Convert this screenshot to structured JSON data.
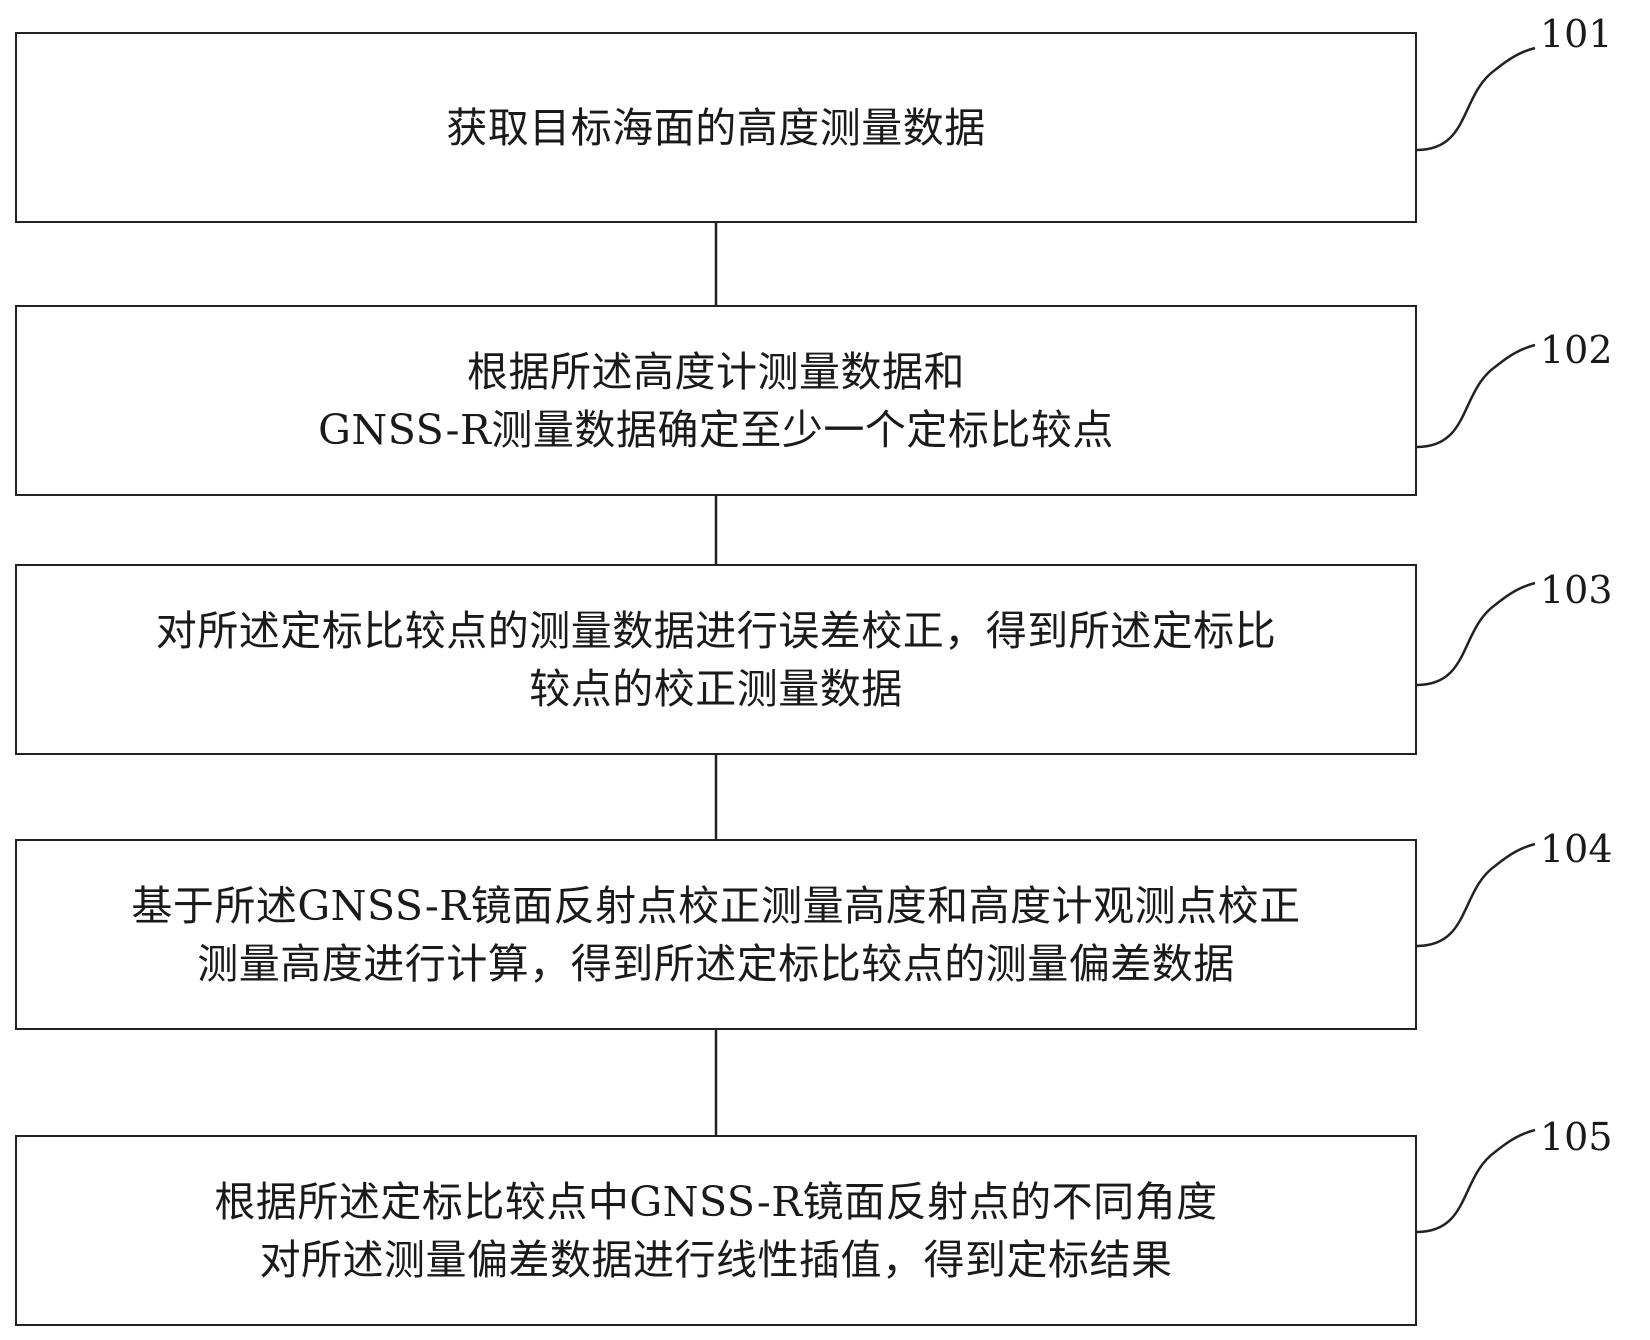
{
  "steps": [
    {
      "number": "101",
      "lines": [
        "获取目标海面的高度测量数据"
      ]
    },
    {
      "number": "102",
      "lines": [
        "根据所述高度计测量数据和",
        "GNSS-R测量数据确定至少一个定标比较点"
      ]
    },
    {
      "number": "103",
      "lines": [
        "对所述定标比较点的测量数据进行误差校正，得到所述定标比",
        "较点的校正测量数据"
      ]
    },
    {
      "number": "104",
      "lines": [
        "基于所述GNSS-R镜面反射点校正测量高度和高度计观测点校正",
        "测量高度进行计算，得到所述定标比较点的测量偏差数据"
      ]
    },
    {
      "number": "105",
      "lines": [
        "根据所述定标比较点中GNSS-R镜面反射点的不同角度",
        "对所述测量偏差数据进行线性插值，得到定标结果"
      ]
    }
  ]
}
